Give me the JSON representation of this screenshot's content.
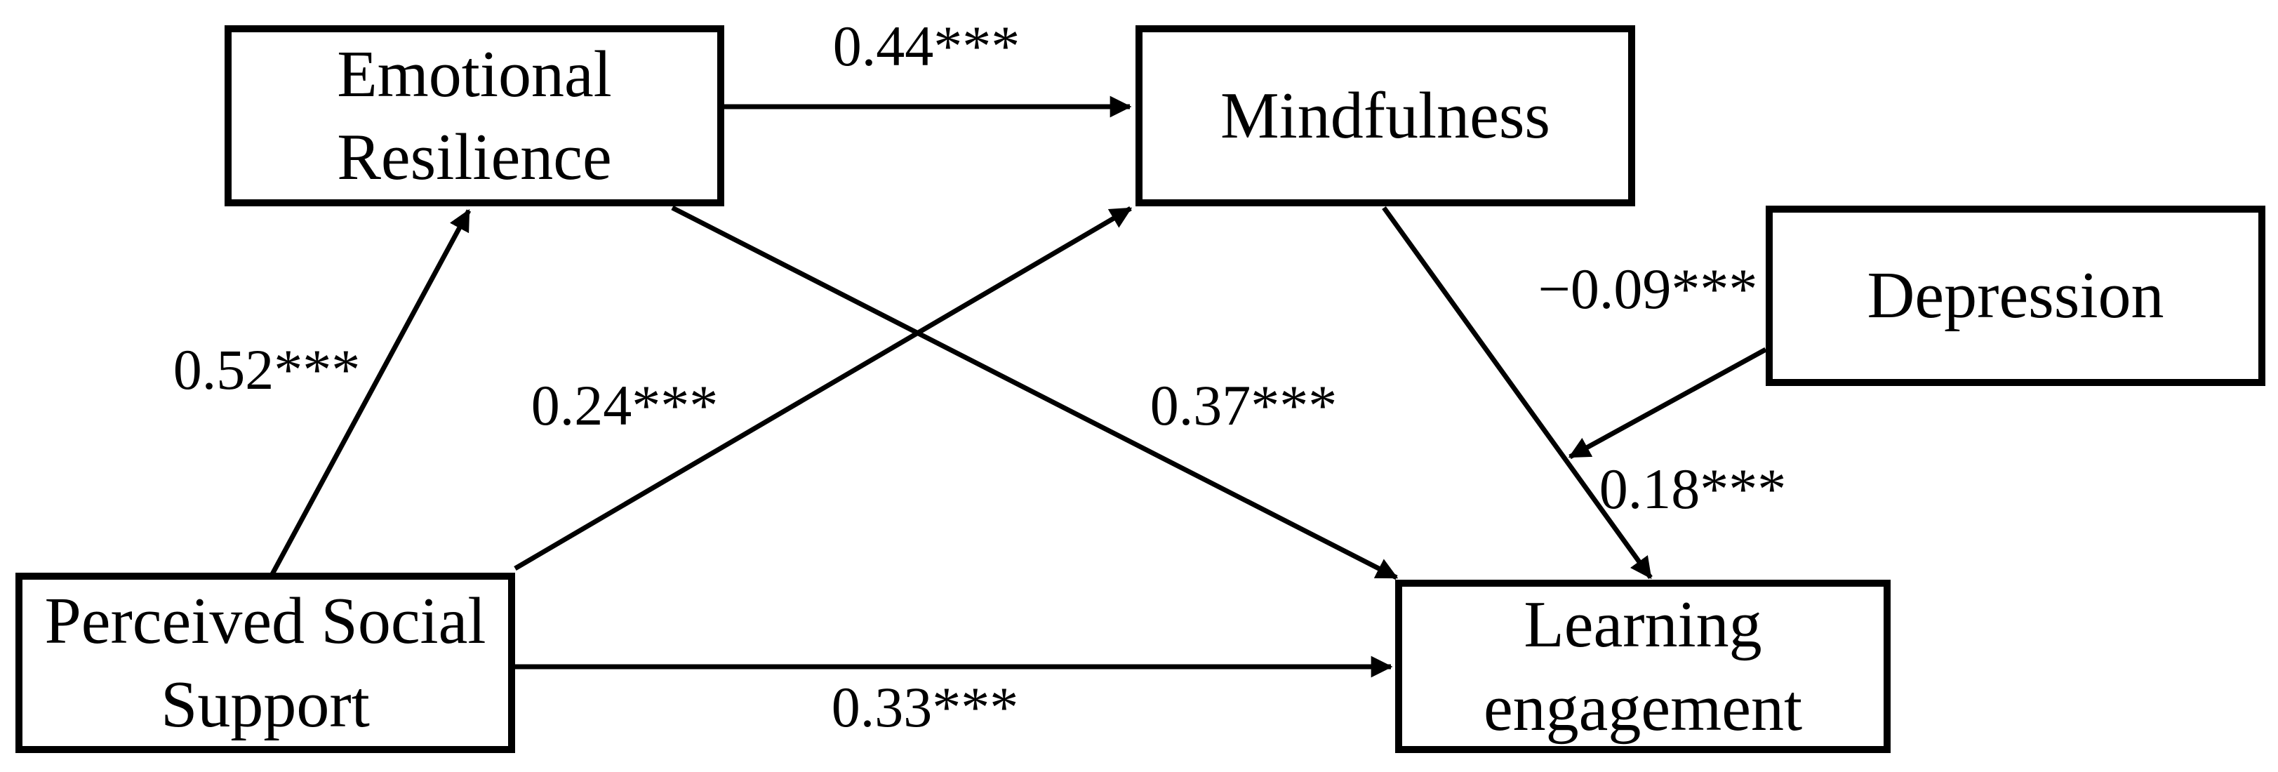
{
  "diagram": {
    "type": "path-diagram",
    "colors": {
      "ink": "#000000",
      "background": "#ffffff"
    },
    "nodes": {
      "emotional_resilience": {
        "label": "Emotional\nResilience"
      },
      "mindfulness": {
        "label": "Mindfulness"
      },
      "depression": {
        "label": "Depression"
      },
      "perceived_social_support": {
        "label": "Perceived Social\nSupport"
      },
      "learning_engagement": {
        "label": "Learning\nengagement"
      }
    },
    "paths": {
      "pss_to_er": {
        "from": "perceived_social_support",
        "to": "emotional_resilience",
        "label": "0.52***"
      },
      "er_to_mindfulness": {
        "from": "emotional_resilience",
        "to": "mindfulness",
        "label": "0.44***"
      },
      "pss_to_mindfulness": {
        "from": "perceived_social_support",
        "to": "mindfulness",
        "label": "0.24***"
      },
      "er_to_le": {
        "from": "emotional_resilience",
        "to": "learning_engagement",
        "label": "0.37***"
      },
      "mindfulness_to_le": {
        "from": "mindfulness",
        "to": "learning_engagement",
        "label": "0.18***"
      },
      "depression_to_mindfulness_le_path": {
        "from": "depression",
        "to": "mindfulness_to_le_path",
        "label": "−0.09***"
      },
      "pss_to_le": {
        "from": "perceived_social_support",
        "to": "learning_engagement",
        "label": "0.33***"
      }
    }
  }
}
